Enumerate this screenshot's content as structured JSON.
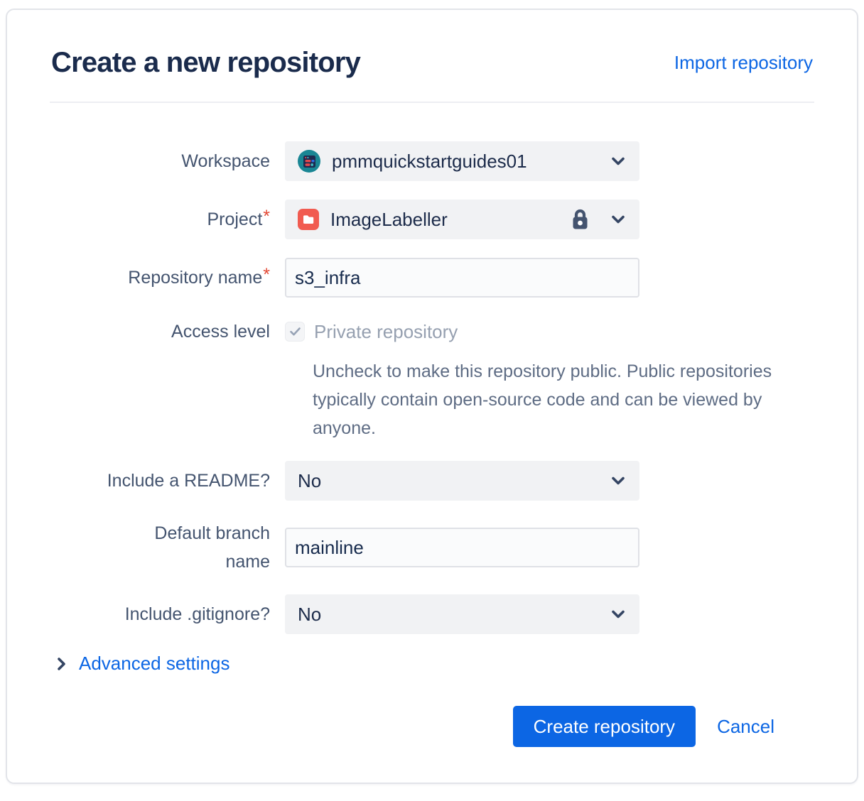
{
  "header": {
    "title": "Create a new repository",
    "import_link": "Import repository"
  },
  "form": {
    "workspace": {
      "label": "Workspace",
      "value": "pmmquickstartguides01",
      "avatar_icon": "workspace-avatar"
    },
    "project": {
      "label": "Project",
      "required_marker": "*",
      "value": "ImageLabeller",
      "icon": "project-folder-icon",
      "lock_icon": "lock-icon"
    },
    "repository_name": {
      "label": "Repository name",
      "required_marker": "*",
      "value": "s3_infra"
    },
    "access_level": {
      "label": "Access level",
      "checkbox_label": "Private repository",
      "checked": true,
      "description": "Uncheck to make this repository public. Public repositories typically contain open-source code and can be viewed by anyone."
    },
    "include_readme": {
      "label": "Include a README?",
      "value": "No"
    },
    "default_branch": {
      "label": "Default branch name",
      "value": "mainline"
    },
    "include_gitignore": {
      "label": "Include .gitignore?",
      "value": "No"
    },
    "advanced_settings_label": "Advanced settings",
    "actions": {
      "create": "Create repository",
      "cancel": "Cancel"
    }
  },
  "colors": {
    "accent_blue": "#0C66E4",
    "title_navy": "#1A2B4C",
    "label_slate": "#44546F",
    "required_red": "#E34935",
    "select_bg_gray": "#F1F2F4",
    "input_bg": "#FAFBFC",
    "input_border": "#DFE1E6",
    "muted_text": "#5E6C84",
    "disabled_text": "#96A0B0",
    "project_icon_red": "#F15B50",
    "workspace_avatar_teal": "#1A8694",
    "icon_navy": "#344563"
  }
}
